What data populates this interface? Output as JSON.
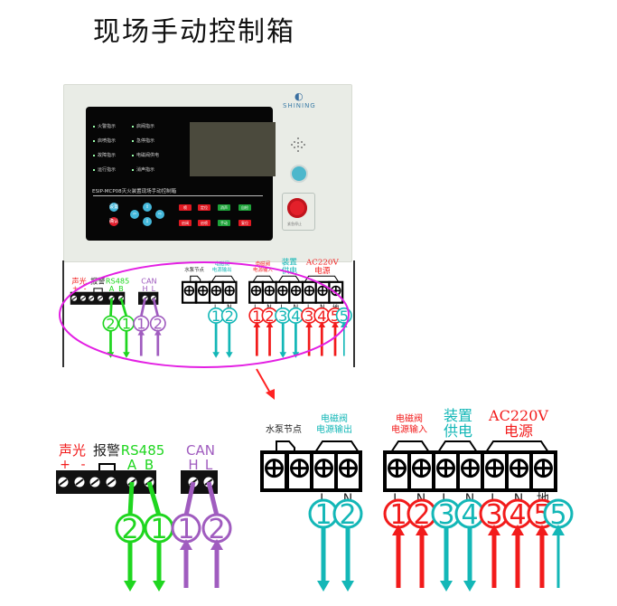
{
  "title": "现场手动控制箱",
  "device": {
    "model_text": "ESIP-MCP08灭火装置现场手动控制箱",
    "brand": "SHINING",
    "indicators_left": [
      "火警指示",
      "启喷指示",
      "故障指示",
      "运行指示"
    ],
    "indicators_right": [
      "启阀指示",
      "急停指示",
      "电磁阀供电",
      "消声指示"
    ],
    "nav_keys": {
      "top_left": "设置",
      "bottom_left": "确认",
      "up": "⇧",
      "down": "⇩",
      "left": "⇦",
      "right": "⇨"
    },
    "buttons_row1": [
      {
        "label": "喷",
        "color": "#e01a22"
      },
      {
        "label": "定位",
        "color": "#e01a22"
      },
      {
        "label": "消声",
        "color": "#1ea33a"
      },
      {
        "label": "自检",
        "color": "#1ea33a"
      }
    ],
    "buttons_row2": [
      {
        "label": "启阀",
        "color": "#e01a22"
      },
      {
        "label": "启喷",
        "color": "#e01a22"
      },
      {
        "label": "手动",
        "color": "#1ea33a"
      },
      {
        "label": "复位",
        "color": "#e01a22"
      }
    ],
    "estop_label": "紧急停止"
  },
  "colors": {
    "red": "#f21b1b",
    "green": "#1fd61f",
    "purple": "#a05cbf",
    "cyan": "#13b7b7",
    "magenta": "#e31fe3"
  },
  "detail": {
    "left_block": {
      "sound_light": "声光",
      "plus": "+",
      "minus": "-",
      "alarm": "报警",
      "rs485": "RS485",
      "rs485_a": "A",
      "rs485_b": "B",
      "can": "CAN",
      "can_h": "H",
      "can_l": "L",
      "wires": [
        {
          "num": "2",
          "color": "green",
          "dir": "down",
          "term": "A"
        },
        {
          "num": "1",
          "color": "green",
          "dir": "down",
          "term": "B"
        },
        {
          "num": "1",
          "color": "purple",
          "dir": "up",
          "term": "H"
        },
        {
          "num": "2",
          "color": "purple",
          "dir": "up",
          "term": "L"
        }
      ]
    },
    "middle_block": {
      "pump": "水泵节点",
      "valve_out_1": "电磁阀",
      "valve_out_2": "电源输出",
      "terms": [
        "L",
        "N"
      ],
      "wires": [
        {
          "num": "1",
          "color": "cyan",
          "dir": "down"
        },
        {
          "num": "2",
          "color": "cyan",
          "dir": "down"
        }
      ]
    },
    "right_block": {
      "valve_in_1": "电磁阀",
      "valve_in_2": "电源输入",
      "device_power_1": "装置",
      "device_power_2": "供电",
      "ac_1": "AC220V",
      "ac_2": "电源",
      "terms": [
        "L",
        "N",
        "L",
        "N",
        "L",
        "N",
        "地"
      ],
      "wires": [
        {
          "num": "1",
          "color": "red",
          "dir": "up"
        },
        {
          "num": "2",
          "color": "red",
          "dir": "up"
        },
        {
          "num": "3",
          "color": "cyan",
          "dir": "down"
        },
        {
          "num": "4",
          "color": "cyan",
          "dir": "down"
        },
        {
          "num": "3",
          "color": "red",
          "dir": "up"
        },
        {
          "num": "4",
          "color": "red",
          "dir": "up"
        },
        {
          "num": "5",
          "color": "red",
          "dir": "up"
        },
        {
          "num": "5",
          "color": "cyan",
          "dir": "up"
        }
      ]
    }
  }
}
